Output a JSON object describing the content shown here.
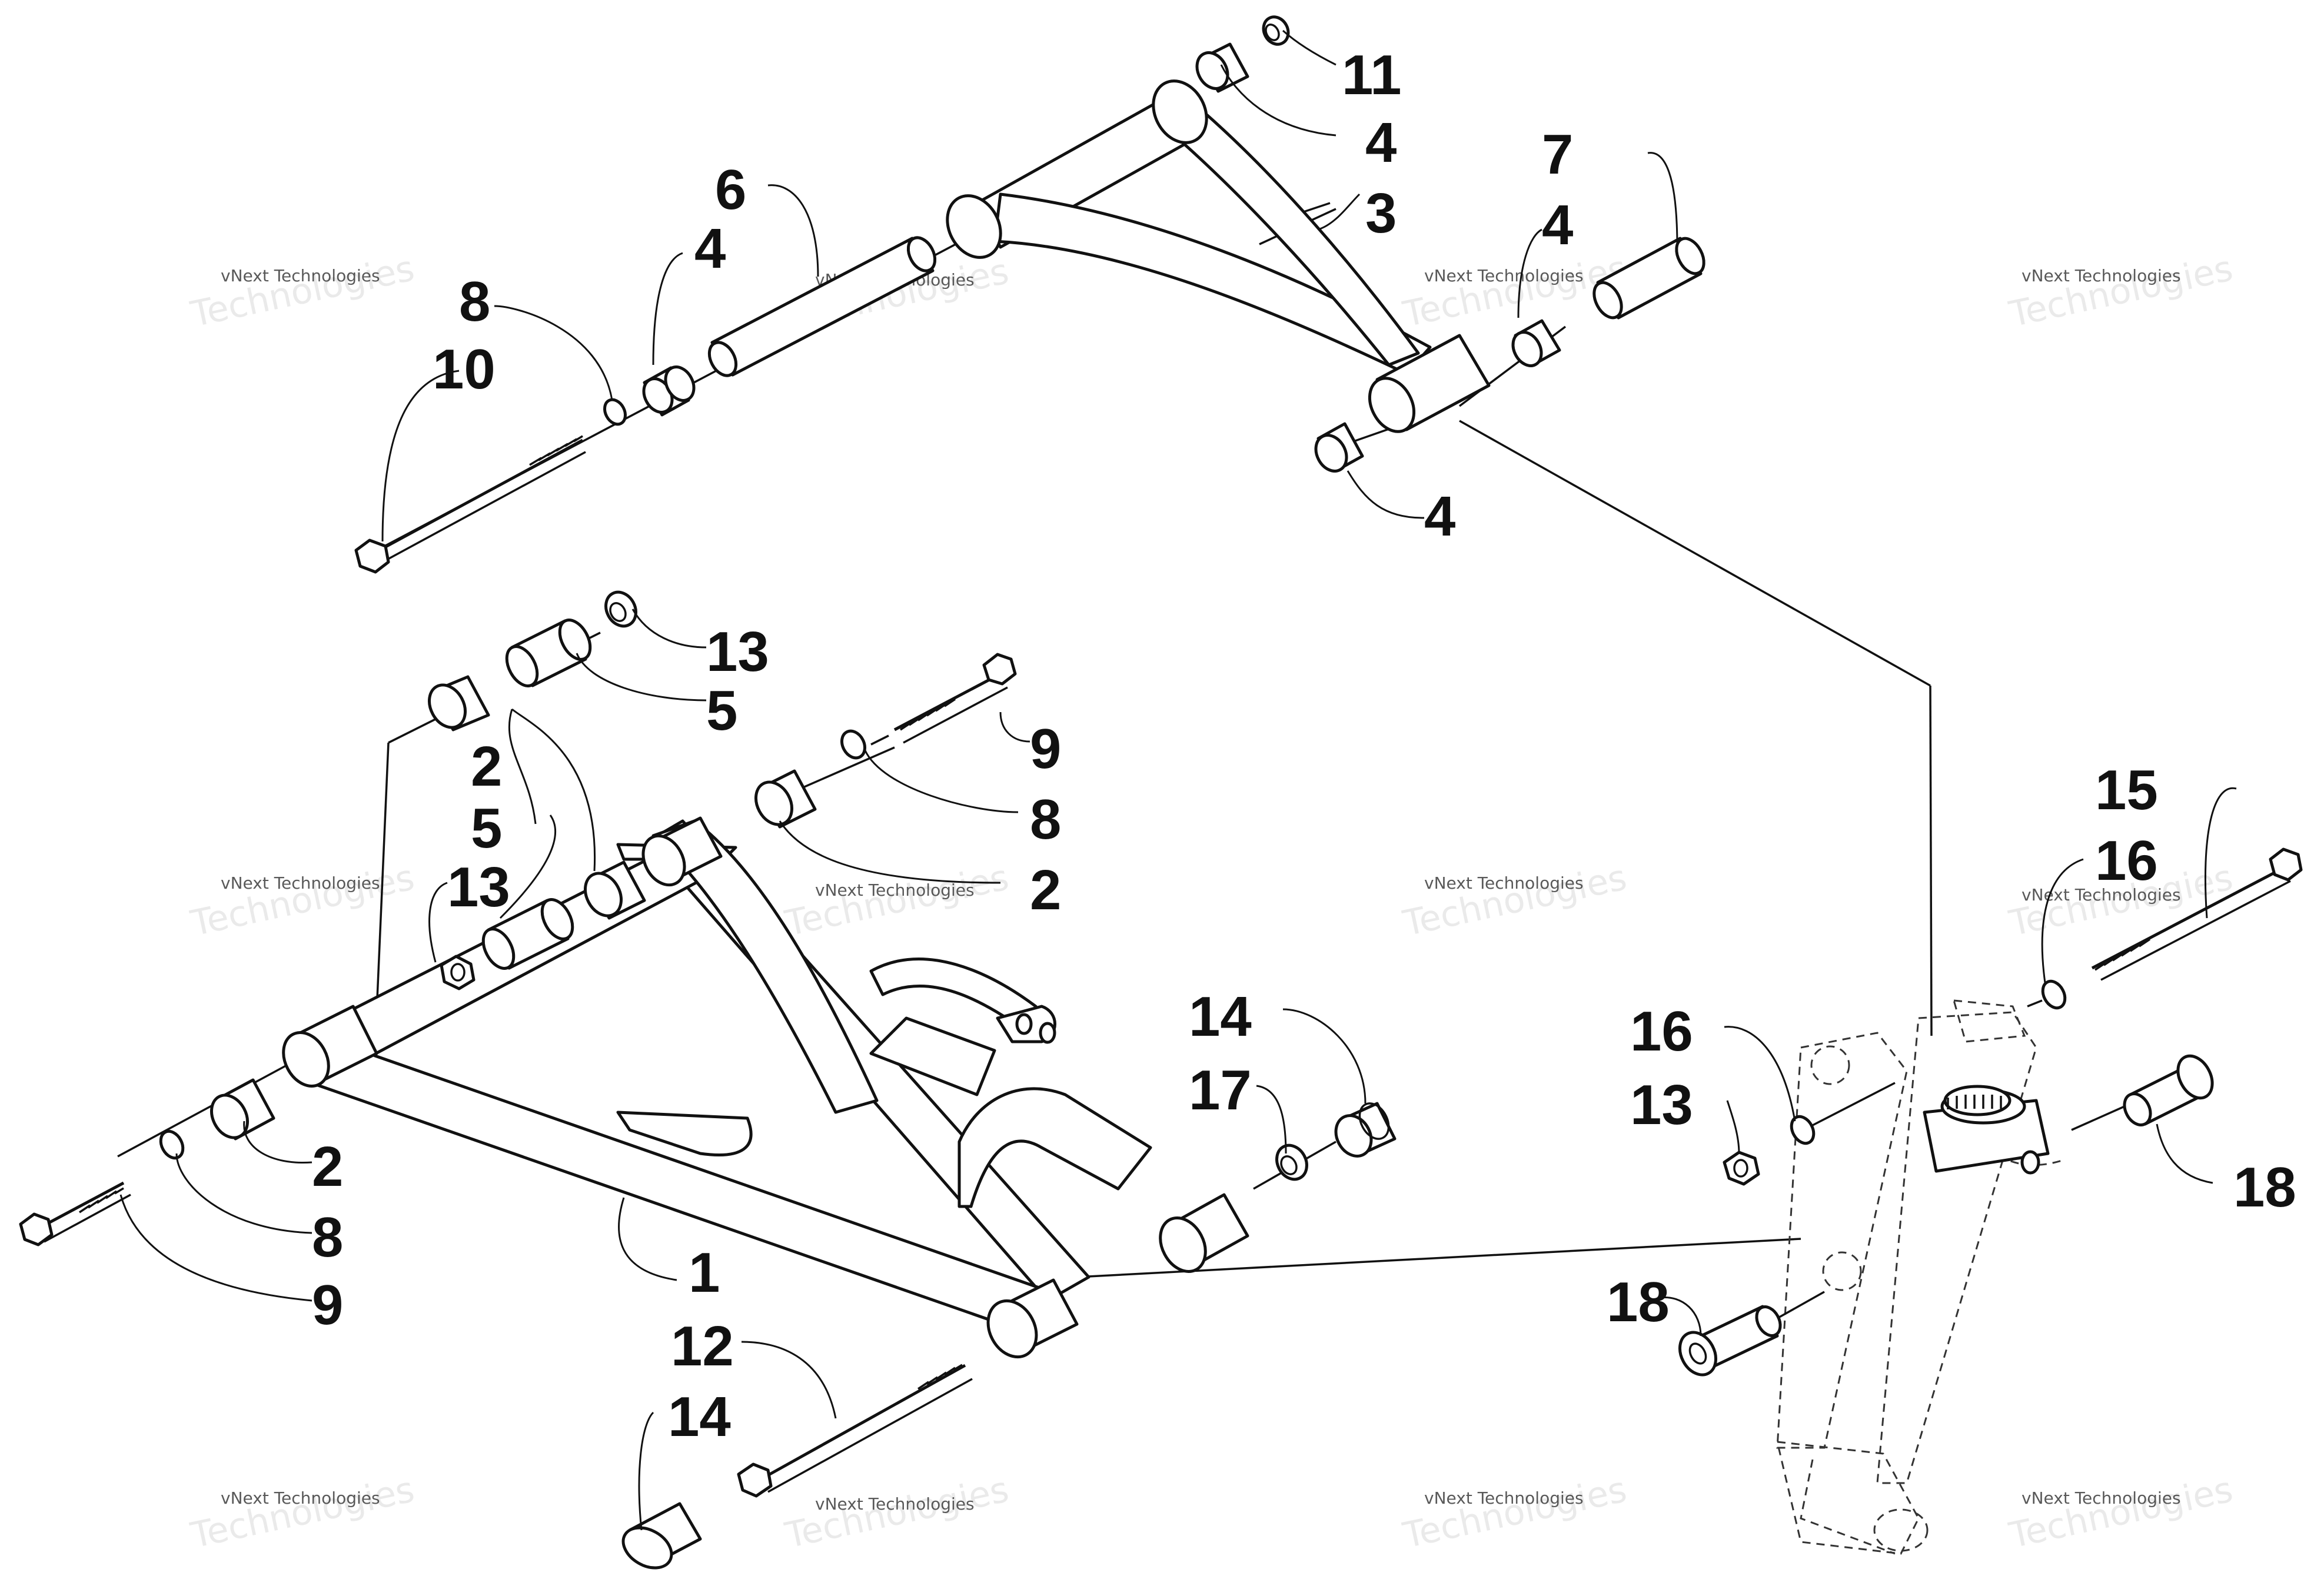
{
  "diagram": {
    "callouts": {
      "c11": "11",
      "c4a": "4",
      "c6": "6",
      "c3": "3",
      "c7": "7",
      "c4b": "4",
      "c4c": "4",
      "c8a": "8",
      "c10": "10",
      "c4d": "4",
      "c13a": "13",
      "c5a": "5",
      "c9a": "9",
      "c2a": "2",
      "c8b": "8",
      "c5b": "5",
      "c13b": "13",
      "c2b": "2",
      "c14a": "14",
      "c17": "17",
      "c2c": "2",
      "c8c": "8",
      "c9b": "9",
      "c1": "1",
      "c12": "12",
      "c14b": "14",
      "c18a": "18",
      "c15": "15",
      "c16a": "16",
      "c16b": "16",
      "c13c": "13",
      "c18b": "18"
    },
    "watermark": {
      "small": "vNext Technologies",
      "big": "Technologies",
      "brand": "vNext"
    }
  }
}
